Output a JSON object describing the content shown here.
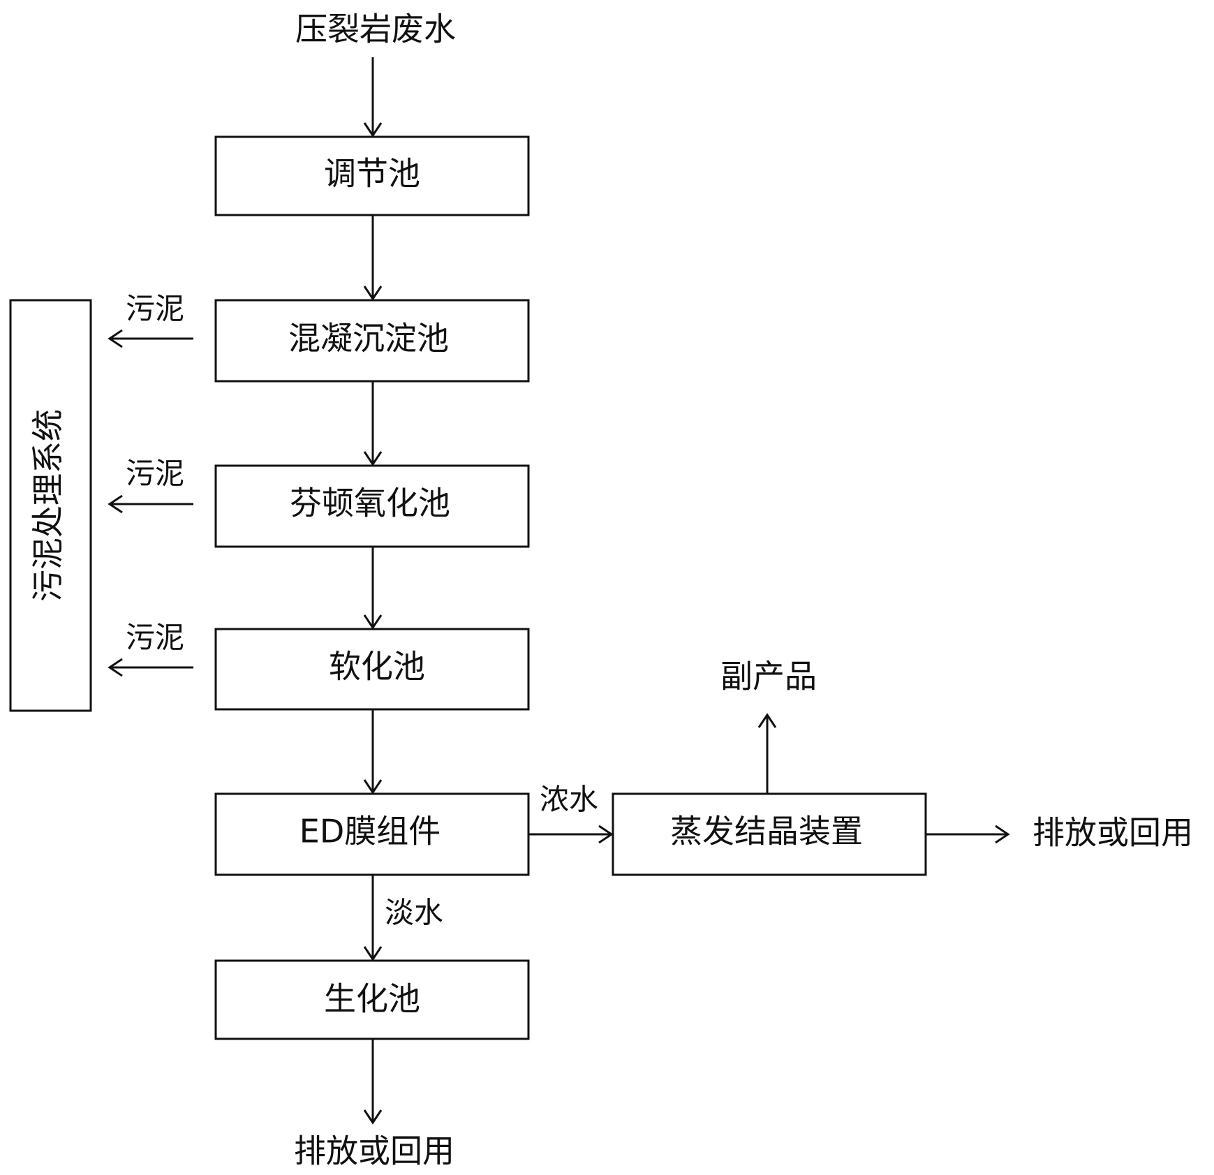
{
  "diagram": {
    "input_label": "压裂岩废水",
    "sludge_system_label": "污泥处理系统",
    "nodes": {
      "regulation_tank": "调节池",
      "coagulation_tank": "混凝沉淀池",
      "fenton_tank": "芬顿氧化池",
      "softening_tank": "软化池",
      "ed_module": "ED膜组件",
      "evaporation_unit": "蒸发结晶装置",
      "biochemical_tank": "生化池"
    },
    "edge_labels": {
      "sludge_1": "污泥",
      "sludge_2": "污泥",
      "sludge_3": "污泥",
      "concentrate": "浓水",
      "fresh_water": "淡水"
    },
    "outputs": {
      "byproduct": "副产品",
      "discharge_right": "排放或回用",
      "discharge_bottom": "排放或回用"
    },
    "colors": {
      "line": "#111111",
      "background": "#ffffff"
    }
  }
}
